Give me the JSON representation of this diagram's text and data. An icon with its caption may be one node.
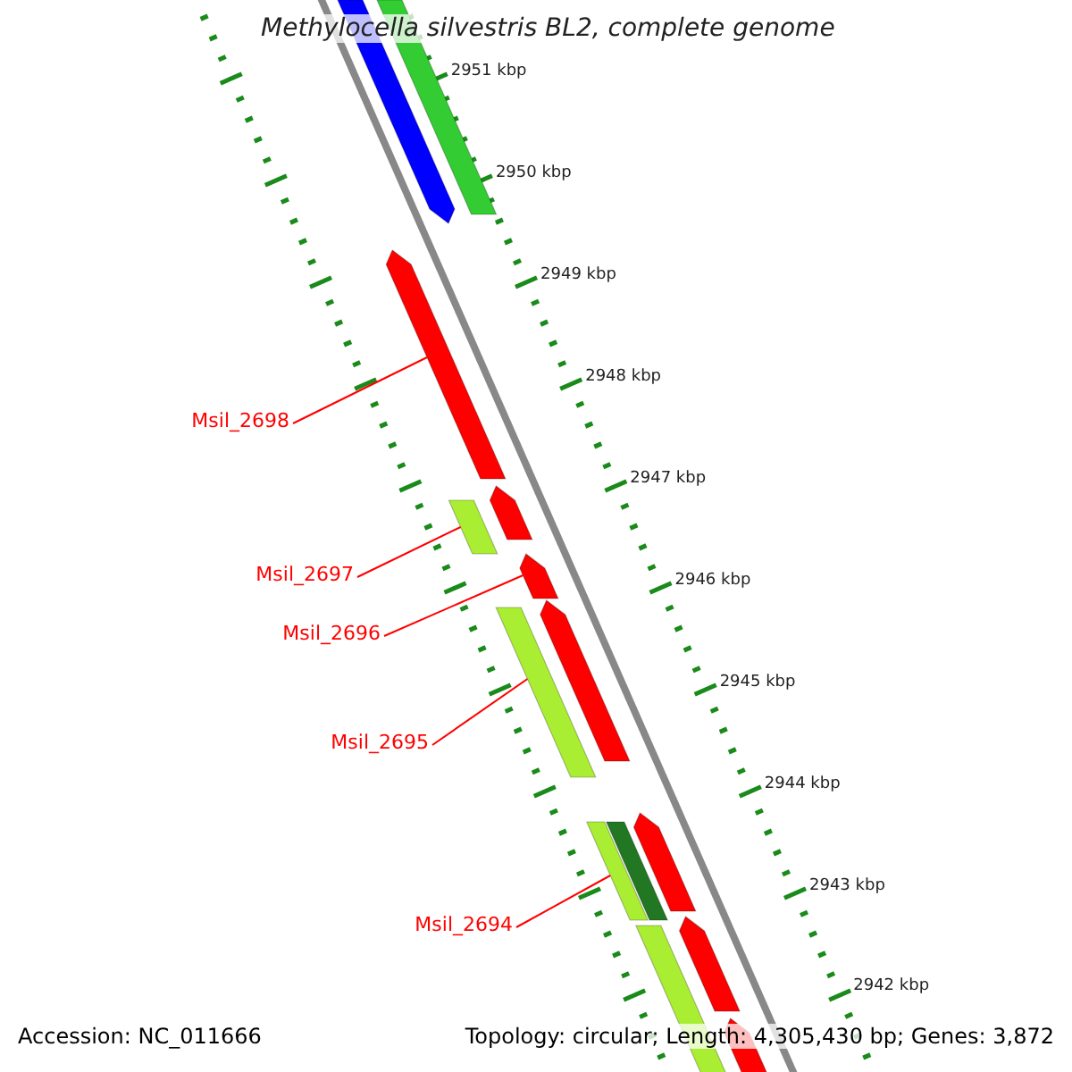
{
  "diagram": {
    "title": "Methylocella silvestris BL2, complete genome",
    "nodes": [
      {
        "text": [],
        "shape": "bar"
      },
      {
        "text": [],
        "shape": "bar"
      },
      {
        "text": [],
        "shape": "bar"
      },
      {
        "text": [],
        "shape": "bar"
      },
      {
        "text": [],
        "shape": "bar"
      },
      {
        "text": [],
        "shape": "bar"
      },
      {
        "text": [],
        "shape": "bar"
      },
      {
        "text": [],
        "shape": "bar"
      },
      {
        "text": [],
        "shape": "bar"
      },
      {
        "text": [],
        "shape": "bar"
      },
      {
        "text": [],
        "shape": "bar"
      },
      {
        "text": [],
        "shape": "bar"
      },
      {
        "text": [],
        "shape": "bar"
      },
      {
        "text": [],
        "shape": "bar"
      },
      {
        "text": [
          "Msil_2698"
        ]
      },
      {
        "text": [
          "Msil_2697"
        ]
      },
      {
        "text": [
          "Msil_2696"
        ]
      },
      {
        "text": [
          "Msil_2695"
        ]
      },
      {
        "text": [
          "Msil_2694"
        ]
      }
    ],
    "edges": [
      {
        "from": 14,
        "to": 2,
        "arrow": "none"
      },
      {
        "from": 15,
        "to": 4,
        "arrow": "none"
      },
      {
        "from": 16,
        "to": 5,
        "arrow": "none"
      },
      {
        "from": 17,
        "to": 7,
        "arrow": "none"
      },
      {
        "from": 18,
        "to": 10,
        "arrow": "none"
      }
    ],
    "labels": [
      "2951 kbp",
      "2950 kbp",
      "2949 kbp",
      "2948 kbp",
      "2947 kbp",
      "2946 kbp",
      "2945 kbp",
      "2944 kbp",
      "2943 kbp",
      "2942 kbp",
      "Accession: NC_011666",
      "Topology: circular; Length: 4,305,430 bp; Genes: 3,872"
    ]
  }
}
